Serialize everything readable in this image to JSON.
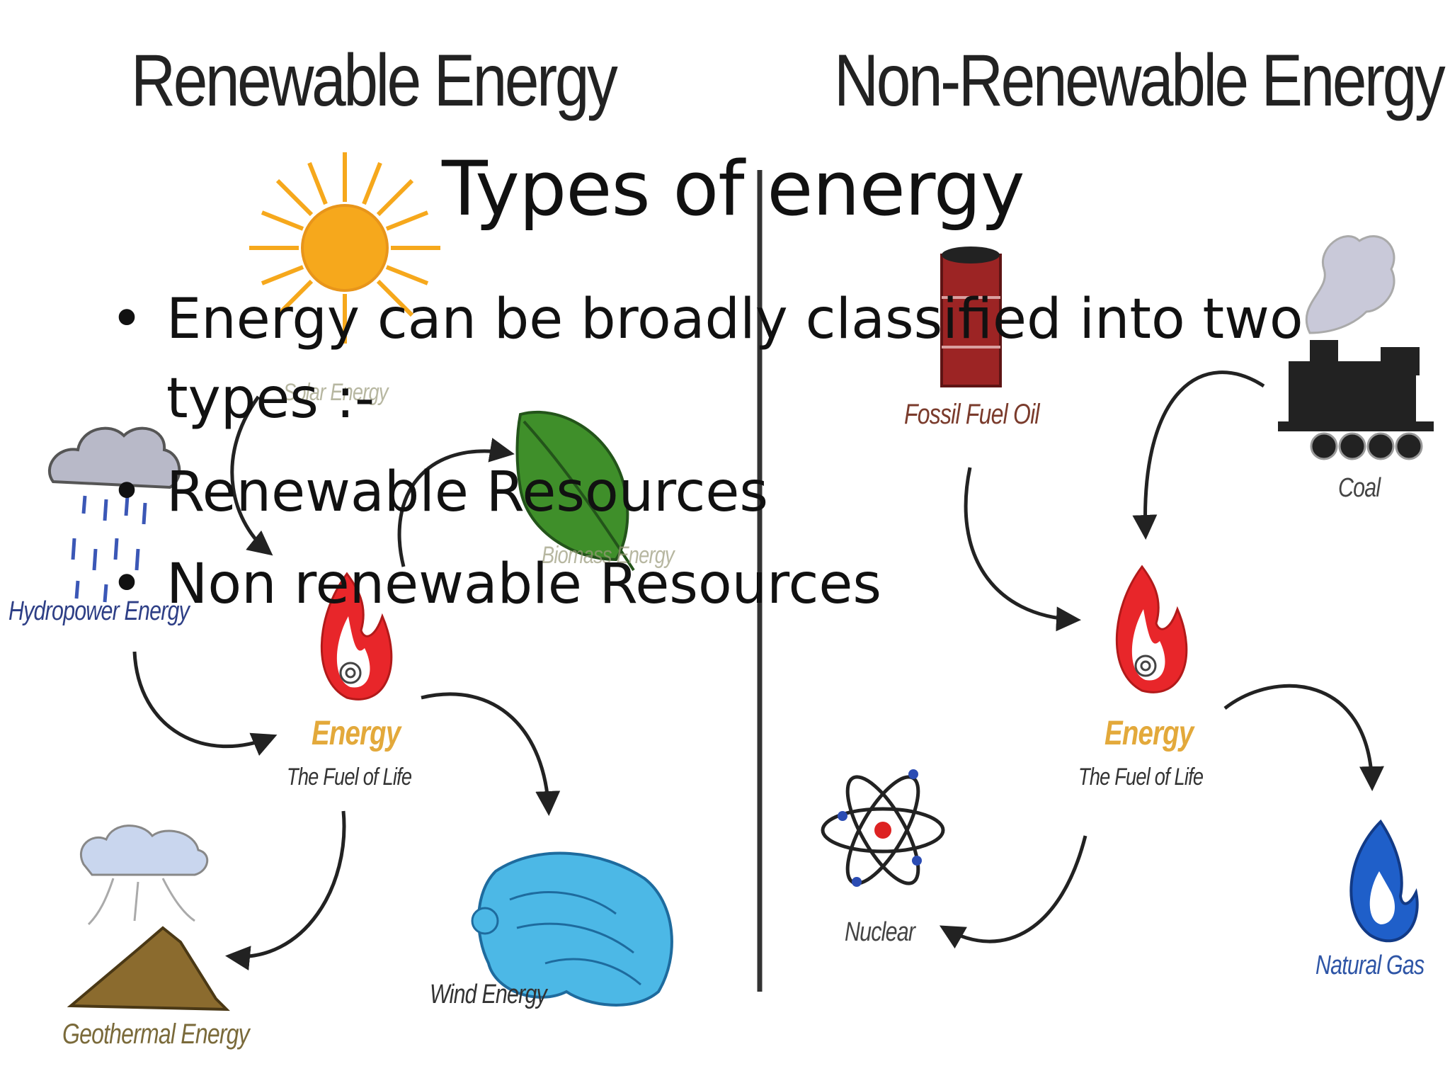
{
  "diagram": {
    "renewable_heading": "Renewable Energy",
    "non_renewable_heading": "Non-Renewable Energy",
    "renewable": {
      "center_title": "Energy",
      "center_subtitle": "The Fuel of Life",
      "items": {
        "solar": "Solar Energy",
        "biomass": "Biomass Energy",
        "hydropower": "Hydropower Energy",
        "geothermal": "Geothermal Energy",
        "wind": "Wind Energy"
      }
    },
    "non_renewable": {
      "center_title": "Energy",
      "center_subtitle": "The Fuel of Life",
      "items": {
        "oil": "Fossil Fuel Oil",
        "coal": "Coal",
        "nuclear": "Nuclear",
        "gas": "Natural Gas"
      }
    },
    "colors": {
      "flame_red": "#e8262a",
      "energy_gold": "#e3a93b",
      "sun": "#f6a81c",
      "leaf": "#3f8f2a",
      "water": "#4cb8e6",
      "oil_drum": "#9c2424",
      "gas_blue": "#1f5fc9",
      "divider": "#333333"
    }
  },
  "slide": {
    "title": "Types of energy",
    "bullets": [
      "Energy can be broadly classified into two types :-",
      "Renewable Resources",
      "Non renewable Resources"
    ],
    "bullet_symbol": "•"
  }
}
